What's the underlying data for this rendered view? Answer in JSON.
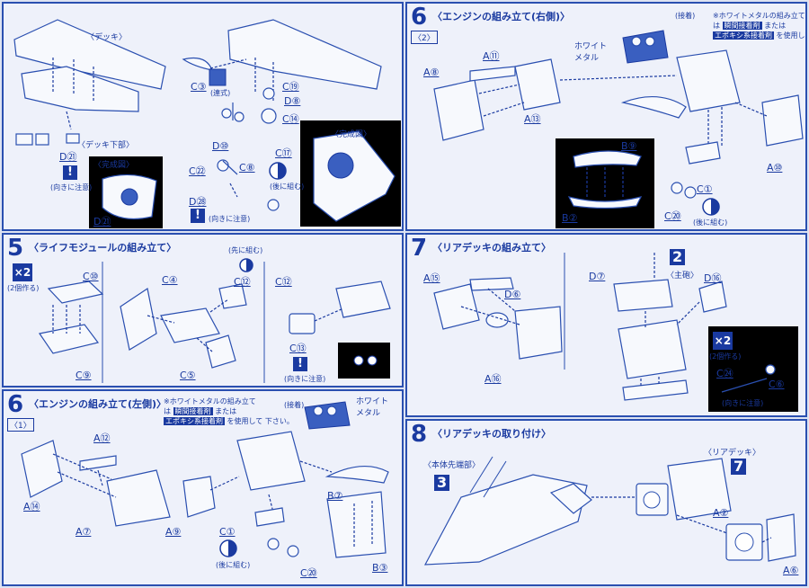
{
  "colors": {
    "ink": "#1a3aa0",
    "paper": "#eef1fa",
    "frame": "#2a4fb0"
  },
  "top_left": {
    "deck_label": "〈デッキ〉",
    "deck_lower_label": "〈デッキ下部〉",
    "parts": [
      "D㉑",
      "C③",
      "C⑲",
      "D⑧",
      "C⑭",
      "C⑰",
      "D⑩",
      "C㉒",
      "C⑧",
      "D㉘",
      "D㉑"
    ],
    "complete_label_1": "〈完成図〉",
    "complete_label_2": "〈完成図〉",
    "notes": [
      "(向きに注意)",
      "(後に組む)",
      "(向きに注意)"
    ],
    "linkage_label": "(連式)"
  },
  "step5": {
    "number": "5",
    "title": "〈ライフモジュールの組み立て〉",
    "x2": "×2",
    "x2_note": "(2個作る)",
    "parts": [
      "C⑩",
      "C④",
      "C⑫",
      "C⑨",
      "C⑤",
      "C⑬",
      "C⑫"
    ],
    "notes": [
      "(先に組む)",
      "(向きに注意)"
    ]
  },
  "step6_left": {
    "number": "6",
    "title": "〈エンジンの組み立て(左側)〉",
    "sub": "〈1〉",
    "white_metal": "ホワイト\nメタル",
    "notice_prefix": "※ホワイトメタルの組み立て",
    "notice_mid": "は",
    "glue1": "瞬間接着剤",
    "notice_or": "または",
    "glue2": "エポキシ系接着剤",
    "notice_end": "を使用して\n下さい。",
    "glue_tag": "(接着)",
    "parts": [
      "A⑫",
      "A⑭",
      "A⑦",
      "A⑨",
      "C①",
      "C⑳",
      "B⑦",
      "B③"
    ],
    "note_later": "(後に組む)"
  },
  "step6_right": {
    "number": "6",
    "title": "〈エンジンの組み立て(右側)〉",
    "sub": "〈2〉",
    "white_metal": "ホワイト\nメタル",
    "notice_prefix": "※ホワイトメタルの組み立て",
    "notice_mid": "は",
    "glue1": "瞬間接着剤",
    "notice_or": "または",
    "glue2": "エポキシ系接着剤",
    "notice_end": "を使用して\n下さい。",
    "glue_tag": "(接着)",
    "parts": [
      "A⑧",
      "A⑪",
      "A⑬",
      "B⑨",
      "B②",
      "C⑳",
      "C①",
      "A⑩"
    ],
    "note_later": "(後に組む)"
  },
  "step7": {
    "number": "7",
    "title": "〈リアデッキの組み立て〉",
    "main_gun_ref": "2",
    "main_gun_label": "〈主砲〉",
    "x2": "×2",
    "x2_note": "(2個作る)",
    "parts": [
      "A⑮",
      "D⑥",
      "A⑯",
      "D⑦",
      "D⑯",
      "C㉔",
      "C⑥"
    ],
    "note": "(向きに注意)"
  },
  "step8": {
    "number": "8",
    "title": "〈リアデッキの取り付け〉",
    "body_front_label": "〈本体先端部〉",
    "body_front_ref": "3",
    "rear_deck_label": "〈リアデッキ〉",
    "rear_deck_ref": "7",
    "parts": [
      "A②",
      "A⑥"
    ]
  }
}
